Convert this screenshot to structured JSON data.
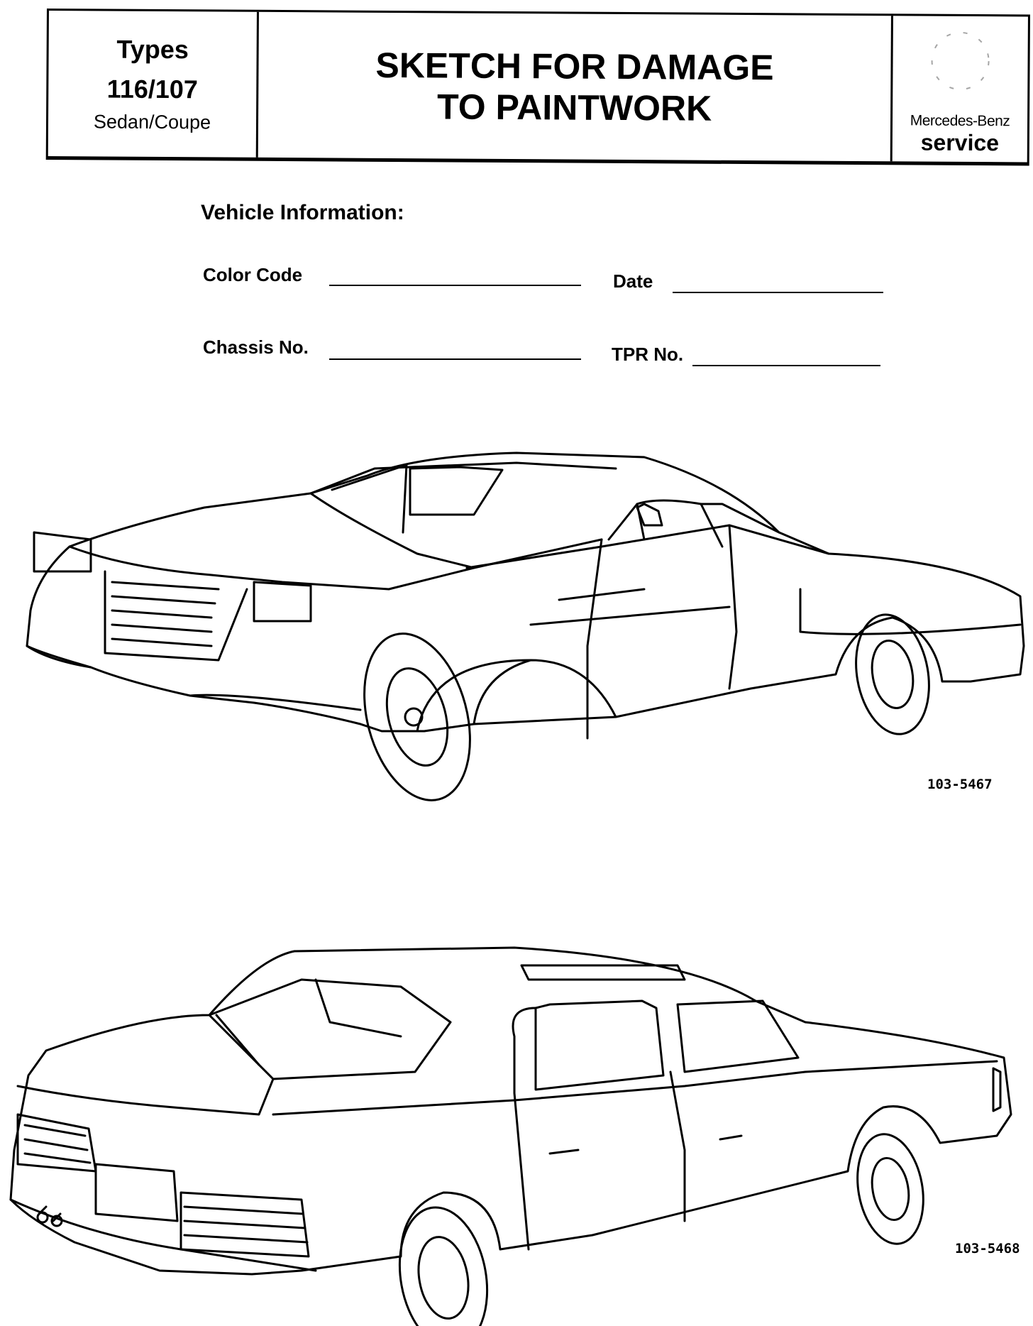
{
  "header": {
    "types_label": "Types",
    "model": "116/107",
    "body_style": "Sedan/Coupe",
    "title_line1": "SKETCH FOR DAMAGE",
    "title_line2": "TO PAINTWORK",
    "brand": "Mercedes-Benz",
    "brand_sub": "service"
  },
  "form": {
    "heading": "Vehicle Information:",
    "color_code_label": "Color Code",
    "color_code_value": "",
    "date_label": "Date",
    "date_value": "",
    "chassis_label": "Chassis No.",
    "chassis_value": "",
    "tpr_label": "TPR No.",
    "tpr_value": ""
  },
  "figures": [
    {
      "id": "103-5467",
      "view": "front-left"
    },
    {
      "id": "103-5468",
      "view": "rear-left"
    }
  ]
}
